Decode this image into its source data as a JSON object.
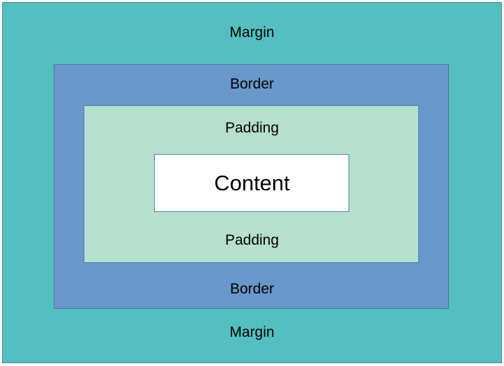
{
  "layers": {
    "margin": {
      "top_label": "Margin",
      "bottom_label": "Margin",
      "color": "#53bfc0"
    },
    "border": {
      "top_label": "Border",
      "bottom_label": "Border",
      "color": "#6897c9"
    },
    "padding": {
      "top_label": "Padding",
      "bottom_label": "Padding",
      "color": "#b6dfcd"
    },
    "content": {
      "label": "Content",
      "color": "#ffffff"
    }
  }
}
